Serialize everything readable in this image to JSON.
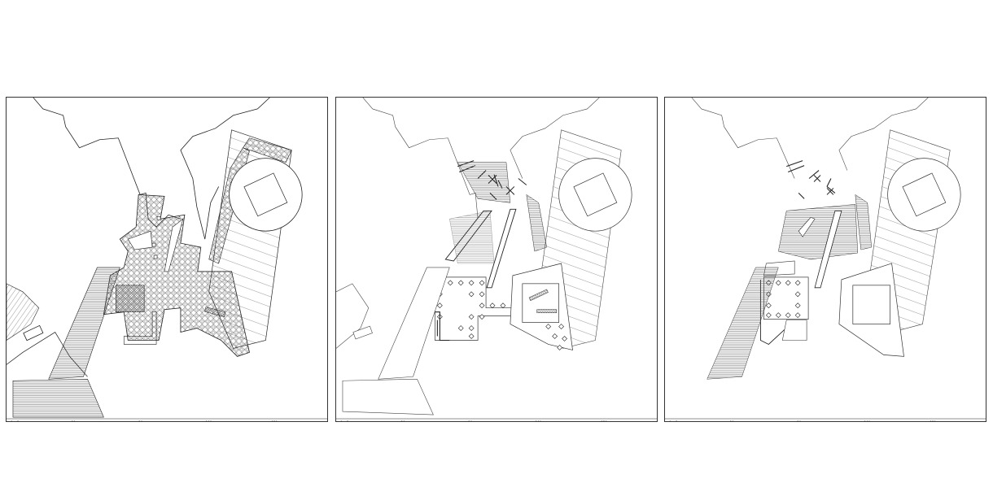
{
  "panels": [
    {
      "id": "plan-1",
      "scale_labels": [
        "0",
        "5",
        "20",
        "50",
        "100",
        "150"
      ]
    },
    {
      "id": "plan-2",
      "scale_labels": [
        "0",
        "5",
        "20",
        "50",
        "100",
        "150"
      ]
    },
    {
      "id": "plan-3",
      "scale_labels": [
        "0",
        "5",
        "20",
        "50",
        "100",
        "150"
      ]
    }
  ],
  "colors": {
    "line": "#222222",
    "hatch": "#555555",
    "background": "#ffffff"
  }
}
